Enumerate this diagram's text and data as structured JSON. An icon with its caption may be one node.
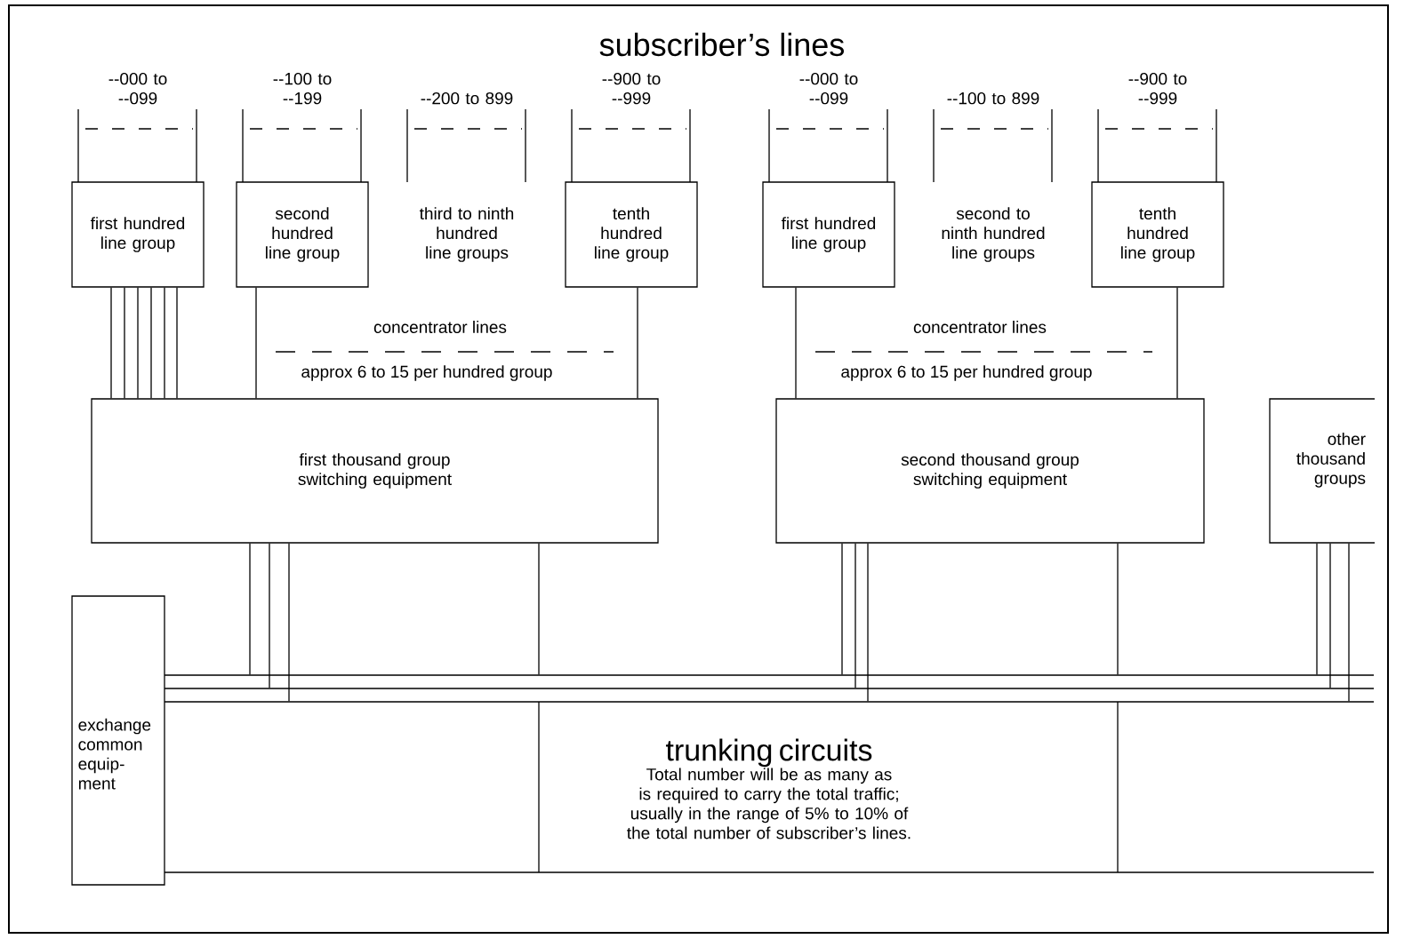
{
  "diagram": {
    "title": "subscriber’s lines",
    "nodes": [
      {
        "text": [
          "first hundred line group"
        ]
      },
      {
        "text": [
          "second hundred line group"
        ]
      },
      {
        "text": [
          "third to ninth hundred line groups"
        ]
      },
      {
        "text": [
          "tenth hundred line group"
        ]
      },
      {
        "text": [
          "first hundred line group"
        ]
      },
      {
        "text": [
          "second to ninth hundred line groups"
        ]
      },
      {
        "text": [
          "tenth hundred line group"
        ]
      },
      {
        "text": [
          "first thousand group switching equipment"
        ]
      },
      {
        "text": [
          "second thousand group switching equipment"
        ]
      },
      {
        "text": [
          "other thousand groups"
        ]
      },
      {
        "text": [
          "exchange common equip- ment"
        ]
      },
      {
        "text": [
          "trunking circuits",
          "Total number will be as many as is required to carry the total traffic; usually in the range of 5% to 10% of the total number of subscriber’s lines."
        ]
      }
    ],
    "edges": [
      {
        "from": 0,
        "to": 7,
        "arrow": "none"
      },
      {
        "from": 1,
        "to": 7,
        "arrow": "none"
      },
      {
        "from": 3,
        "to": 7,
        "arrow": "none"
      },
      {
        "from": 4,
        "to": 8,
        "arrow": "none"
      },
      {
        "from": 6,
        "to": 8,
        "arrow": "none"
      },
      {
        "from": 7,
        "to": 11,
        "arrow": "none"
      },
      {
        "from": 7,
        "to": 11,
        "arrow": "none"
      },
      {
        "from": 7,
        "to": 11,
        "arrow": "none"
      },
      {
        "from": 7,
        "to": 11,
        "arrow": "none"
      },
      {
        "from": 8,
        "to": 11,
        "arrow": "none"
      },
      {
        "from": 8,
        "to": 11,
        "arrow": "none"
      },
      {
        "from": 8,
        "to": 11,
        "arrow": "none"
      },
      {
        "from": 8,
        "to": 11,
        "arrow": "none"
      },
      {
        "from": 9,
        "to": 11,
        "arrow": "none"
      },
      {
        "from": 9,
        "to": 11,
        "arrow": "none"
      },
      {
        "from": 9,
        "to": 11,
        "arrow": "none"
      }
    ],
    "labels": [
      "--000 to --099",
      "--100 to --199",
      "--200 to 899",
      "--900 to --999",
      "--000 to --099",
      "--100 to 899",
      "--900 to --999",
      "concentrator lines",
      "approx 6 to 15 per hundred group",
      "concentrator lines",
      "approx 6 to 15 per hundred group"
    ]
  }
}
